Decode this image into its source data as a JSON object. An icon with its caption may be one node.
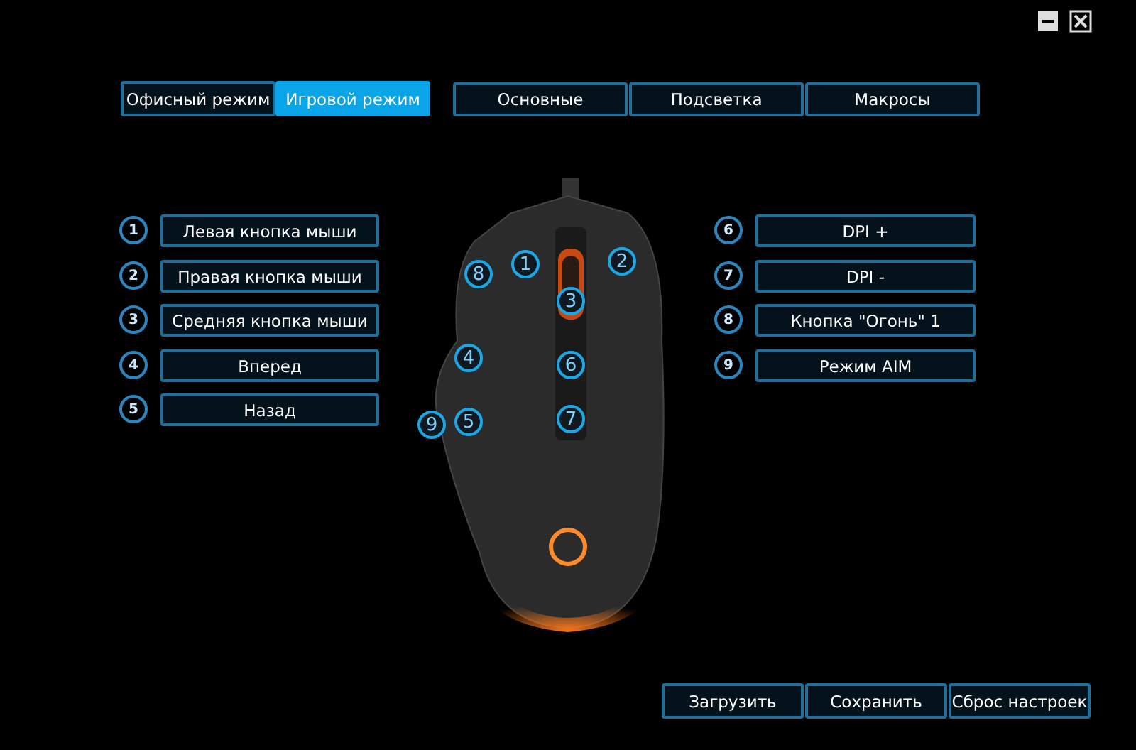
{
  "diagram": {
    "labels": [
      "Офисный режим",
      "Игровой режим",
      "Основные",
      "Подсветка",
      "Макросы",
      "1",
      "Левая кнопка мыши",
      "6",
      "DPI +",
      "2",
      "Правая кнопка мыши",
      "7",
      "DPI -",
      "3",
      "Средняя кнопка мыши",
      "8",
      "Кнопка \"Огонь\" 1",
      "4",
      "Вперед",
      "9",
      "Режим AIM",
      "5",
      "Назад",
      "8",
      "1",
      "2",
      "3",
      "4",
      "6",
      "9",
      "5",
      "7",
      "Загрузить",
      "Сохранить",
      "Сброс настроек"
    ]
  }
}
